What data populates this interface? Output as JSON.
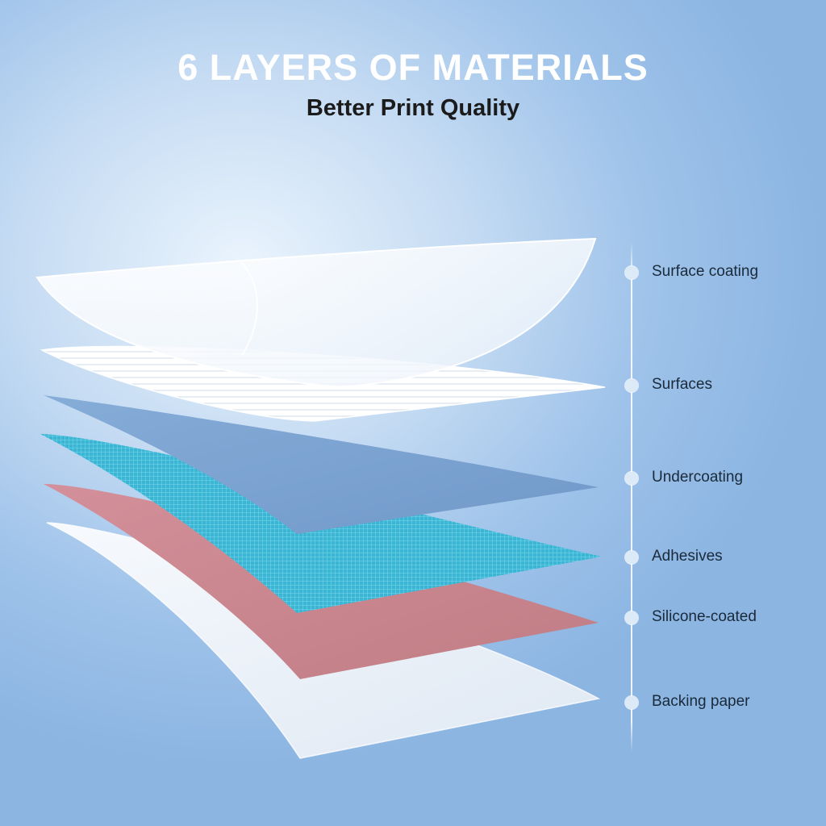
{
  "header": {
    "title": "6 LAYERS OF MATERIALS",
    "subtitle": "Better Print Quality"
  },
  "layers": [
    {
      "label": "Surface coating"
    },
    {
      "label": "Surfaces"
    },
    {
      "label": "Undercoating"
    },
    {
      "label": "Adhesives"
    },
    {
      "label": "Silicone-coated"
    },
    {
      "label": "Backing paper"
    }
  ],
  "colors": {
    "surface_coating": "#f4f8fc",
    "surfaces": "#ffffff",
    "undercoating": "#7fa5d2",
    "adhesives": "#35b2d1",
    "silicone_coated": "#c98a8e",
    "backing_paper": "#eef2f8"
  }
}
